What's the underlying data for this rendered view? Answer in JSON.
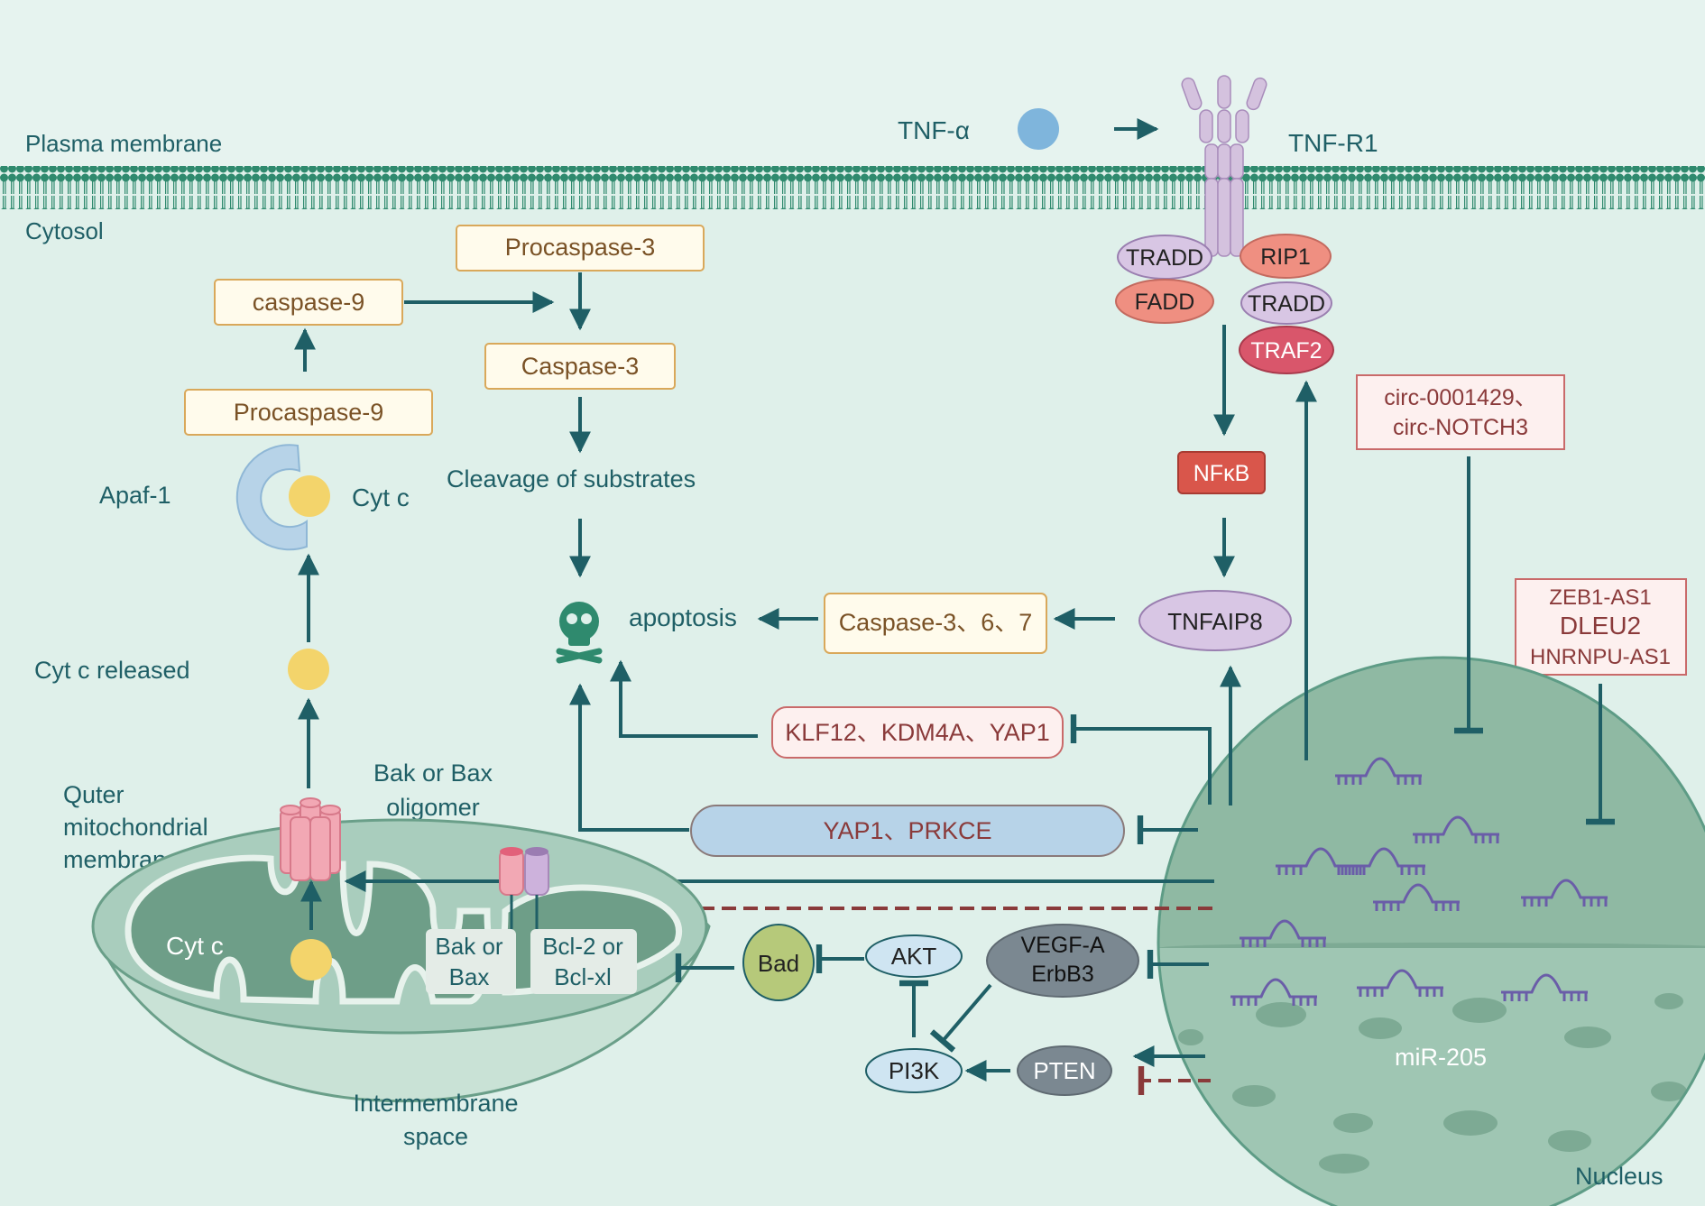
{
  "labels": {
    "plasma_membrane": "Plasma membrane",
    "cytosol": "Cytosol",
    "tnf_alpha": "TNF-α",
    "tnf_r1": "TNF-R1",
    "apaf1": "Apaf-1",
    "cyt_c": "Cyt c",
    "cyt_c_released": "Cyt c released",
    "outer_membrane_1": "Quter",
    "outer_membrane_2": "mitochondrial",
    "outer_membrane_3": "membrane",
    "bak_bax_oligomer_1": "Bak or Bax",
    "bak_bax_oligomer_2": "oligomer",
    "cleavage": "Cleavage of substrates",
    "apoptosis": "apoptosis",
    "cyt_c_matrix": "Cyt c",
    "intermembrane_1": "Intermembrane",
    "intermembrane_2": "space",
    "mir205": "miR-205",
    "nucleus": "Nucleus"
  },
  "boxes": {
    "procaspase3": "Procaspase-3",
    "caspase9": "caspase-9",
    "caspase3": "Caspase-3",
    "procaspase9": "Procaspase-9",
    "caspase367": "Caspase-3、6、7",
    "klf12": "KLF12、KDM4A、YAP1",
    "yap1_prkce": "YAP1、PRKCE",
    "circ_1": "circ-0001429、",
    "circ_2": "circ-NOTCH3",
    "zeb1": "ZEB1-AS1",
    "dleu2": "DLEU2",
    "hnrnpu": "HNRNPU-AS1"
  },
  "nodes": {
    "tradd1": "TRADD",
    "fadd": "FADD",
    "rip1": "RIP1",
    "tradd2": "TRADD",
    "traf2": "TRAF2",
    "nfkb": "NFκB",
    "tnfaip8": "TNFAIP8",
    "bad": "Bad",
    "akt": "AKT",
    "vegfa_1": "VEGF-A",
    "vegfa_2": "ErbB3",
    "pi3k": "PI3K",
    "pten": "PTEN",
    "bak_bax_1": "Bak or",
    "bak_bax_2": "Bax",
    "bcl2_1": "Bcl-2 or",
    "bcl2_2": "Bcl-xl"
  },
  "colors": {
    "background": "#dff0ea",
    "membrane": "#2f8a6e",
    "arrow": "#1f5f66",
    "inhibit_dashed": "#8a3a3a",
    "text_teal": "#1f5f66",
    "box_yellow_fill": "#fffbec",
    "box_yellow_stroke": "#d9a85a",
    "box_red_stroke": "#c96a6a",
    "box_red_fill": "#fdf0ef",
    "yap_fill": "#b7d3e8",
    "nucleus": "#8fb9a3",
    "mitochondria": "#a9cdbd",
    "mito_inner": "#6e9e88",
    "lilac": "#d8c6e4",
    "salmon": "#ef8f81",
    "traf2": "#d9566b",
    "nfkb": "#d9564b",
    "bad": "#b6c97a",
    "akt": "#cfe5f2",
    "vegfa": "#7b8891",
    "cyt_c": "#f3d46b",
    "receptor": "#d4c2de",
    "mirna": "#6a5da8"
  }
}
